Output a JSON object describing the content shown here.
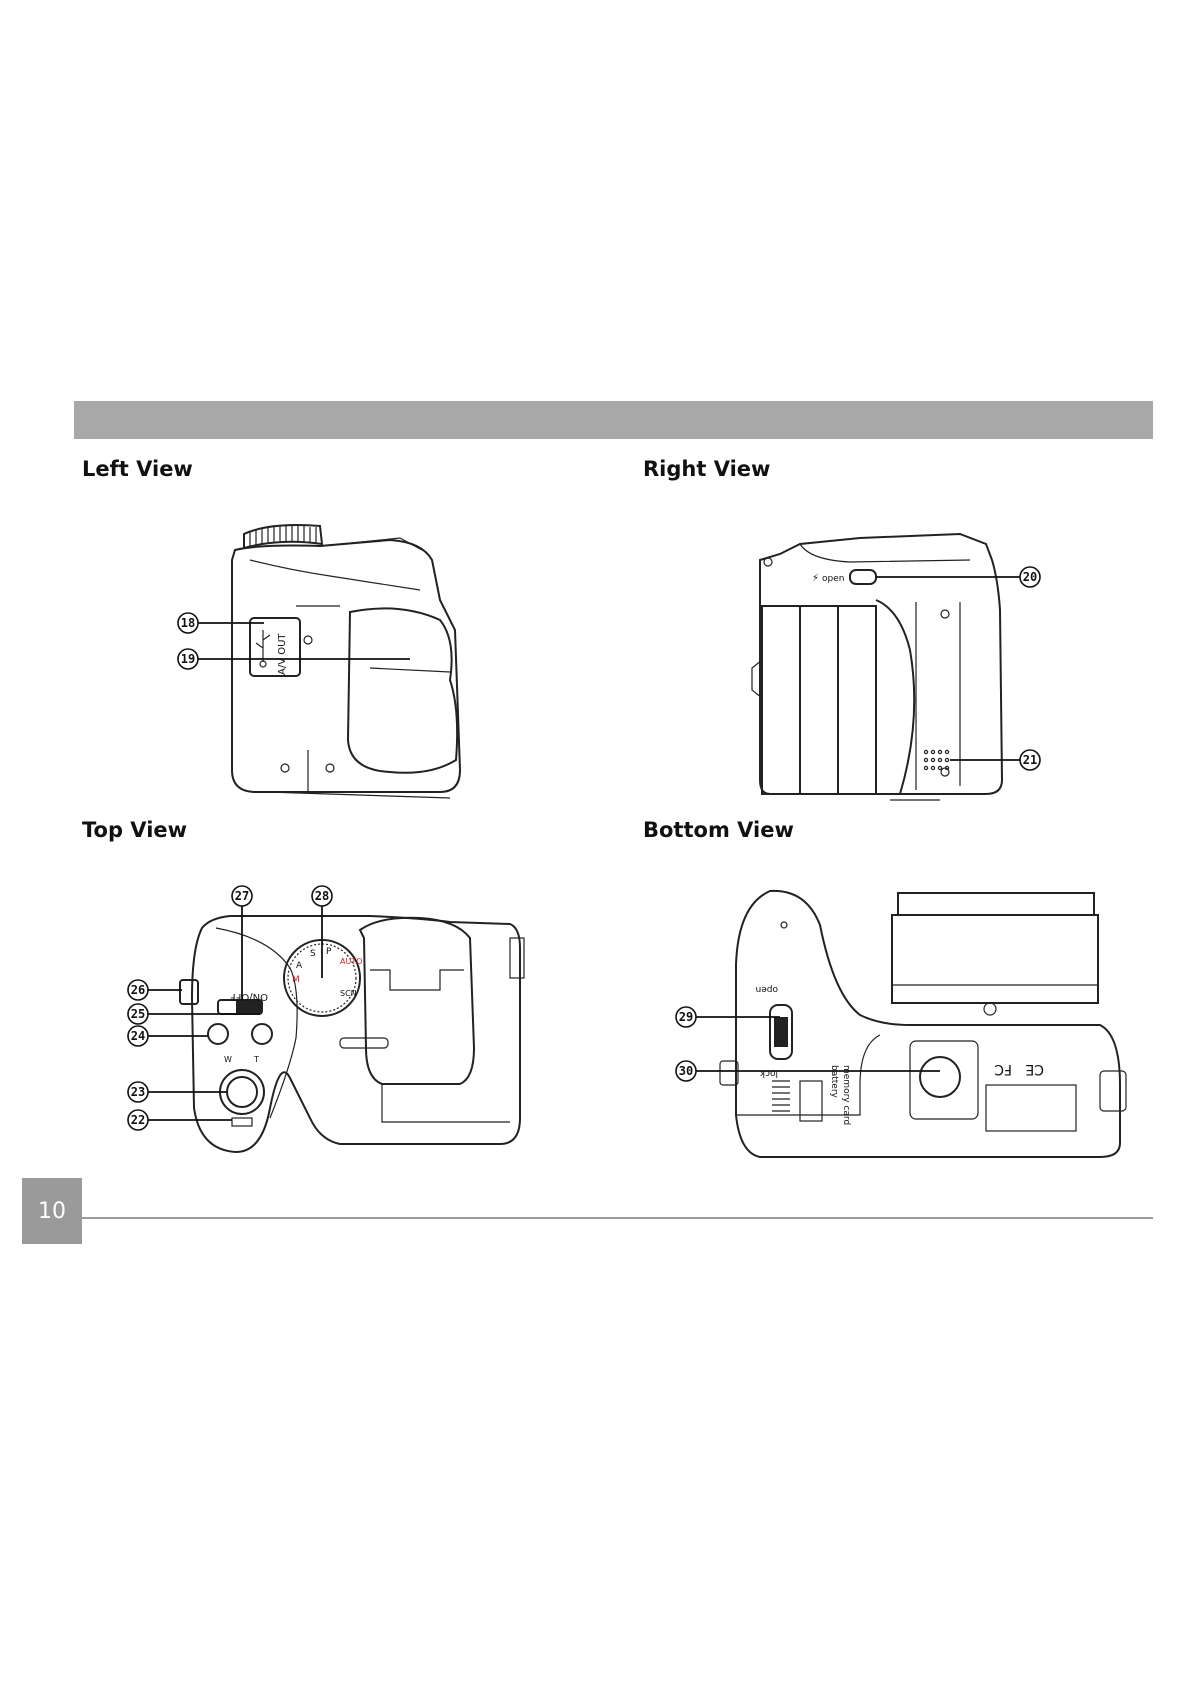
{
  "page_number": "10",
  "sections": {
    "left_view": "Left View",
    "right_view": "Right View",
    "top_view": "Top View",
    "bottom_view": "Bottom View"
  },
  "callouts": {
    "c18": "18",
    "c19": "19",
    "c20": "20",
    "c21": "21",
    "c22": "22",
    "c23": "23",
    "c24": "24",
    "c25": "25",
    "c26": "26",
    "c27": "27",
    "c28": "28",
    "c29": "29",
    "c30": "30"
  },
  "camera_labels": {
    "av_out": "A/V OUT",
    "open_top": "open",
    "on_off": "ON/OFF",
    "open_bottom": "open",
    "lock": "lock",
    "battery": "battery",
    "memory_card": "memory card",
    "dial_s": "S",
    "dial_a": "A",
    "dial_p": "P",
    "dial_m": "M",
    "dial_scn": "SCN",
    "dial_auto": "AUTO",
    "zoom_w": "W",
    "zoom_t": "T",
    "fc": "FC",
    "ce": "CE"
  },
  "colors": {
    "banner": "#a8a8a8",
    "page_box": "#9a9a9a",
    "dial_red": "#d0202a"
  }
}
